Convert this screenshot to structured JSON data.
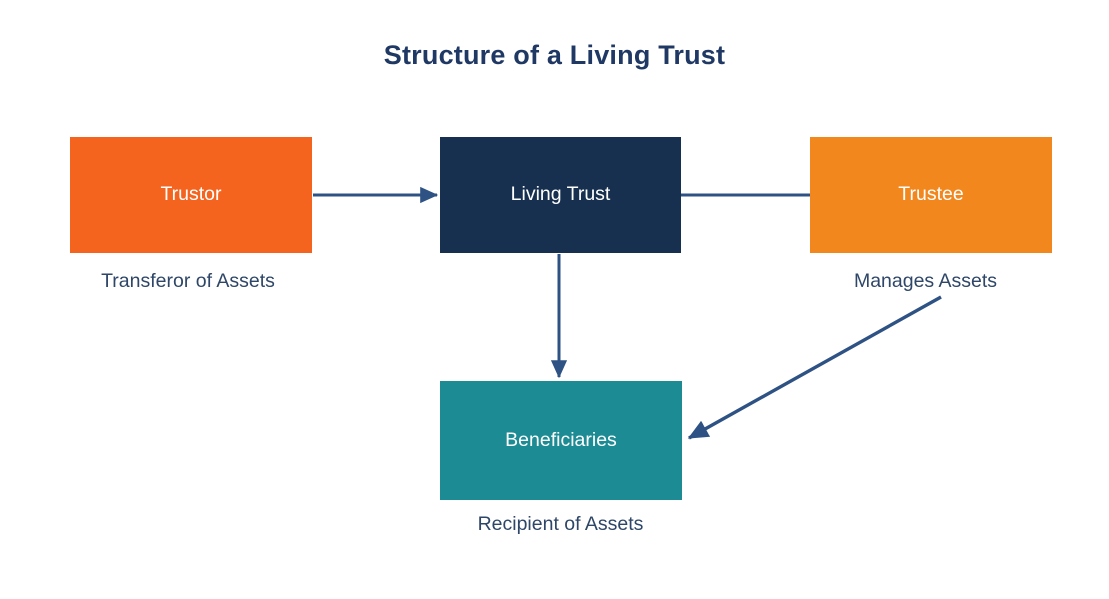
{
  "diagram": {
    "title": "Structure of a Living Trust",
    "background_color": "#ffffff",
    "title_color": "#1f3864",
    "caption_color": "#2e4667",
    "edge_color": "#2e5284",
    "nodes": [
      {
        "id": "trustor",
        "label": "Trustor",
        "caption": "Transferor of Assets",
        "fill": "#f4641e",
        "text_color": "#ffffff"
      },
      {
        "id": "living-trust",
        "label": "Living Trust",
        "caption": "",
        "fill": "#17304f",
        "text_color": "#ffffff"
      },
      {
        "id": "trustee",
        "label": "Trustee",
        "caption": "Manages Assets",
        "fill": "#f2871e",
        "text_color": "#ffffff"
      },
      {
        "id": "beneficiaries",
        "label": "Beneficiaries",
        "caption": "Recipient of Assets",
        "fill": "#1d8b94",
        "text_color": "#ffffff"
      }
    ],
    "edges": [
      {
        "id": "trustor-to-living-trust",
        "from": "trustor",
        "to": "living-trust",
        "arrowhead": true,
        "direction": "right"
      },
      {
        "id": "living-trust-to-trustee",
        "from": "living-trust",
        "to": "trustee",
        "arrowhead": false,
        "direction": "right"
      },
      {
        "id": "living-trust-to-beneficiaries",
        "from": "living-trust",
        "to": "beneficiaries",
        "arrowhead": true,
        "direction": "down"
      },
      {
        "id": "trustee-to-beneficiaries",
        "from": "trustee",
        "to": "beneficiaries",
        "arrowhead": true,
        "direction": "diagonal-down-left"
      }
    ]
  }
}
